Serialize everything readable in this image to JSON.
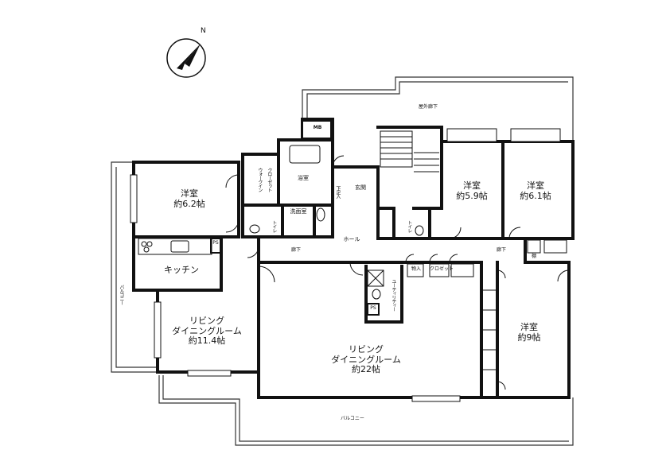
{
  "compass": {
    "north": "N"
  },
  "rooms": {
    "western_1": {
      "name": "洋室",
      "size": "約6.2帖"
    },
    "western_2": {
      "name": "洋室",
      "size": "約5.9帖"
    },
    "western_3": {
      "name": "洋室",
      "size": "約6.1帖"
    },
    "western_4": {
      "name": "洋室",
      "size": "約9帖"
    },
    "kitchen": {
      "name": "キッチン"
    },
    "living_small": {
      "line1": "リビング",
      "line2": "ダイニングルーム",
      "size": "約11.4帖"
    },
    "living_large": {
      "line1": "リビング",
      "line2": "ダイニングルーム",
      "size": "約22帖"
    },
    "bath": {
      "name": "浴室"
    },
    "washroom": {
      "name": "洗面室"
    },
    "walkin_closet": {
      "line1": "ウォークイン",
      "line2": "クローゼット"
    },
    "entrance": {
      "name": "玄関"
    },
    "getabako": {
      "name": "下足入"
    },
    "hall": {
      "name": "ホール"
    },
    "utility": {
      "name": "ユーティリティー"
    }
  },
  "labels": {
    "mb": "MB",
    "outdoor_corridor": "屋外廊下",
    "corridor_left": "廊下",
    "corridor_right": "廊下",
    "balcony_west": "バルコニー",
    "balcony_south": "バルコニー",
    "toilet_1": "トイレ",
    "toilet_2": "トイレ",
    "ps_1": "PS",
    "ps_2": "PS",
    "storage": "物入",
    "closet": "クロゼット",
    "shelf": "棚"
  }
}
